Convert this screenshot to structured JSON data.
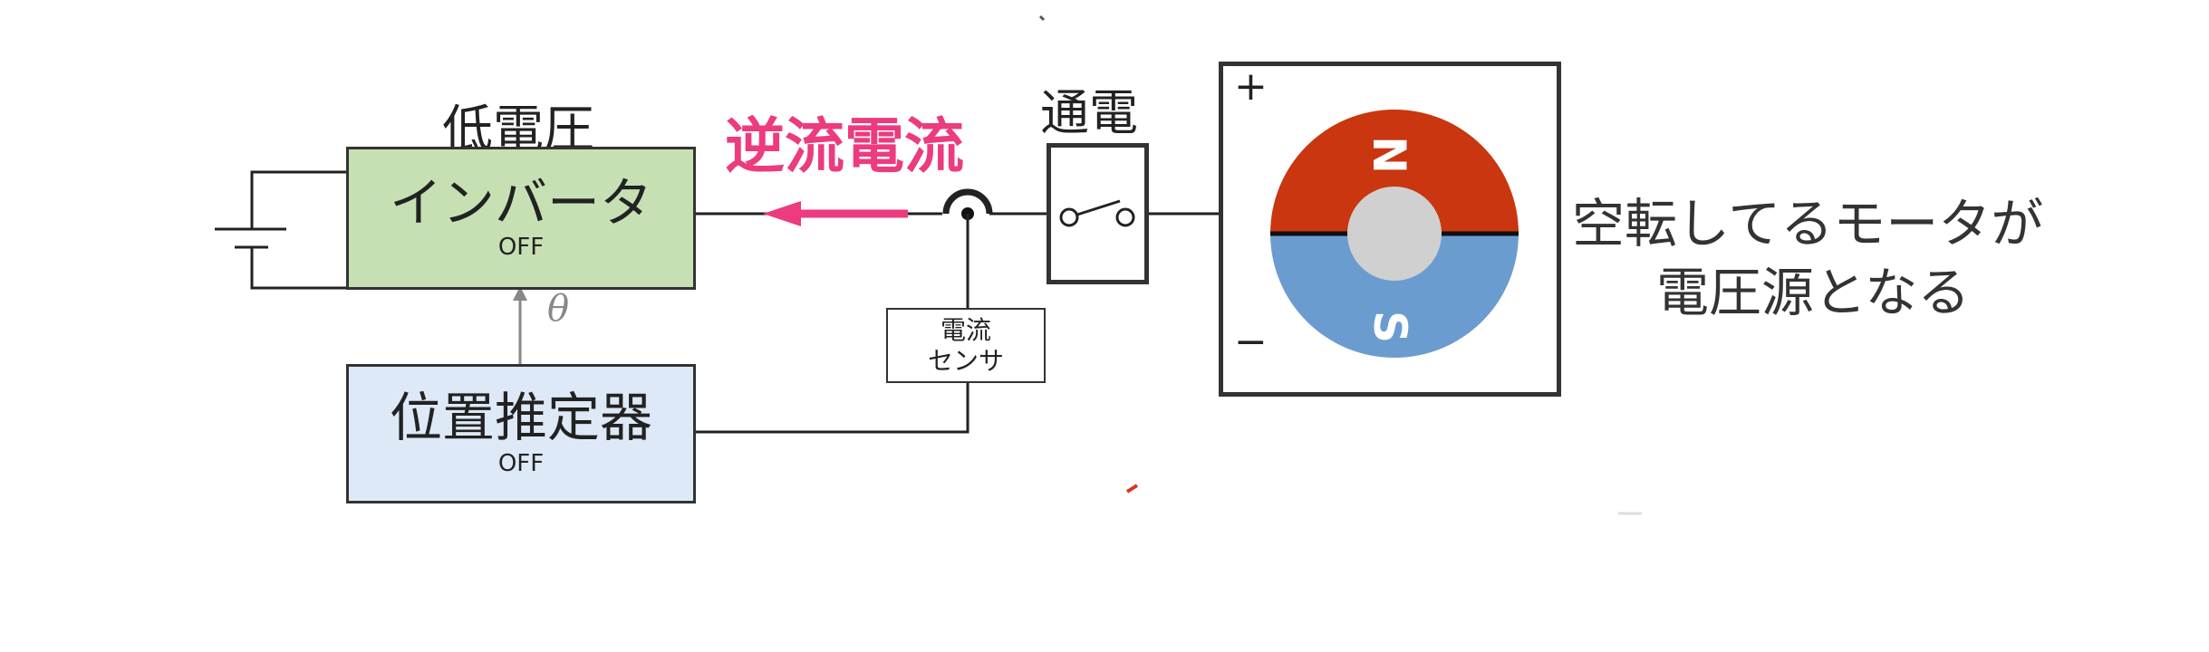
{
  "labels": {
    "low_voltage": "低電圧",
    "inverter": "インバータ",
    "inverter_state": "OFF",
    "theta": "θ",
    "position_estimator": "位置推定器",
    "estimator_state": "OFF",
    "reverse_current": "逆流電流",
    "current_sensor_line1": "電流",
    "current_sensor_line2": "センサ",
    "energize": "通電",
    "plus": "+",
    "minus": "−",
    "pole_n": "N",
    "pole_s": "S",
    "caption_line1": "空転してるモータが",
    "caption_line2": "電圧源となる"
  },
  "colors": {
    "inverter_fill": "#c6e0b4",
    "estimator_fill": "#dde9f6",
    "reverse_current": "#ec3b7f",
    "pole_n": "#c9360f",
    "pole_s": "#6b9ccf",
    "rotor_core": "#d0d0d0"
  }
}
